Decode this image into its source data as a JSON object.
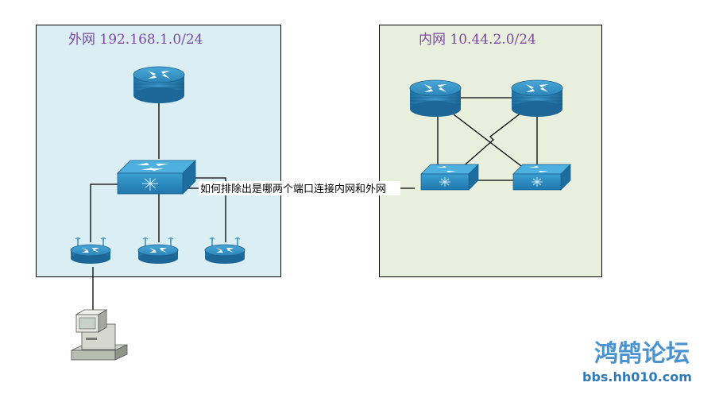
{
  "zones": {
    "outer": {
      "label": "外网 192.168.1.0/24",
      "fill": "#daeef4"
    },
    "inner": {
      "label": "内网 10.44.2.0/24",
      "fill": "#e8efdd"
    }
  },
  "question_label": "如何排除出是哪两个端口连接内网和外网",
  "watermark": {
    "title": "鸿鹄论坛",
    "url": "bbs.hh010.com"
  },
  "devices": {
    "outer_router": "router-icon",
    "outer_switch": "switch-icon",
    "access_points": [
      "wireless-router-icon",
      "wireless-router-icon",
      "wireless-router-icon"
    ],
    "pc": "pc-icon",
    "inner_routers": [
      "router-icon",
      "router-icon"
    ],
    "inner_switches": [
      "switch-icon",
      "switch-icon"
    ]
  },
  "colors": {
    "device": "#2f8bc0",
    "device_dark": "#1b5e8c",
    "line": "#000000"
  }
}
